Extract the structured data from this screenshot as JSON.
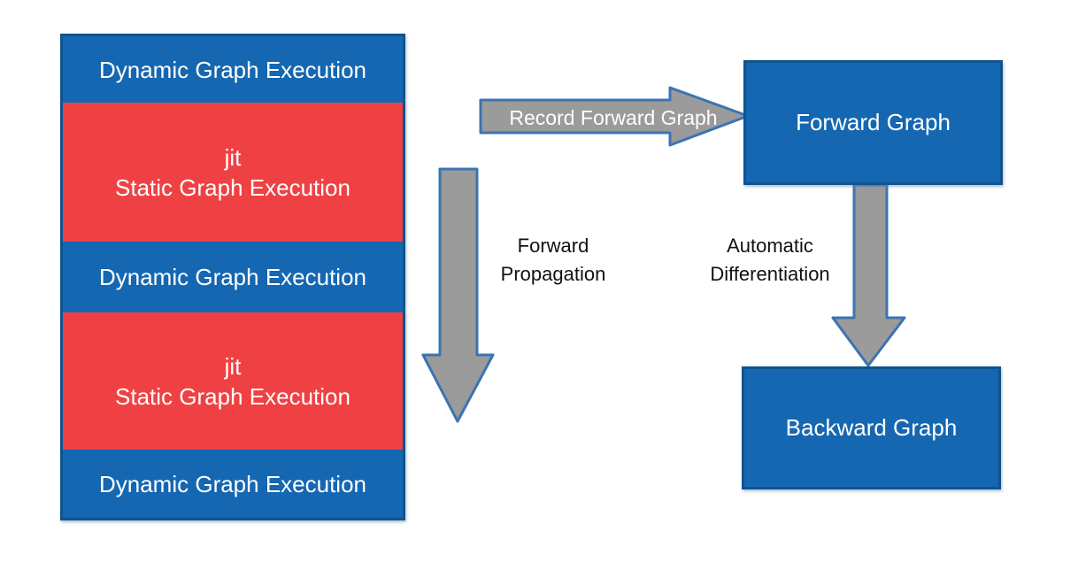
{
  "stack": {
    "items": [
      {
        "text": "Dynamic Graph Execution",
        "kind": "blue"
      },
      {
        "text": "jit\nStatic Graph Execution",
        "kind": "red"
      },
      {
        "text": "Dynamic Graph Execution",
        "kind": "blue"
      },
      {
        "text": "jit\nStatic Graph Execution",
        "kind": "red"
      },
      {
        "text": "Dynamic Graph Execution",
        "kind": "blue"
      }
    ]
  },
  "boxes": {
    "forward_graph": "Forward Graph",
    "backward_graph": "Backward Graph"
  },
  "labels": {
    "record_forward_graph": "Record Forward Graph",
    "forward_propagation": "Forward\nPropagation",
    "automatic_differentiation": "Automatic\nDifferentiation"
  },
  "colors": {
    "blue_fill": "#1567b1",
    "blue_border": "#0e548f",
    "red_fill": "#ef4143",
    "arrow_fill": "#9b9b9b",
    "arrow_border": "#3b74b1",
    "box_text": "#ffffff",
    "annotation_text": "#111111",
    "background": "#ffffff"
  }
}
